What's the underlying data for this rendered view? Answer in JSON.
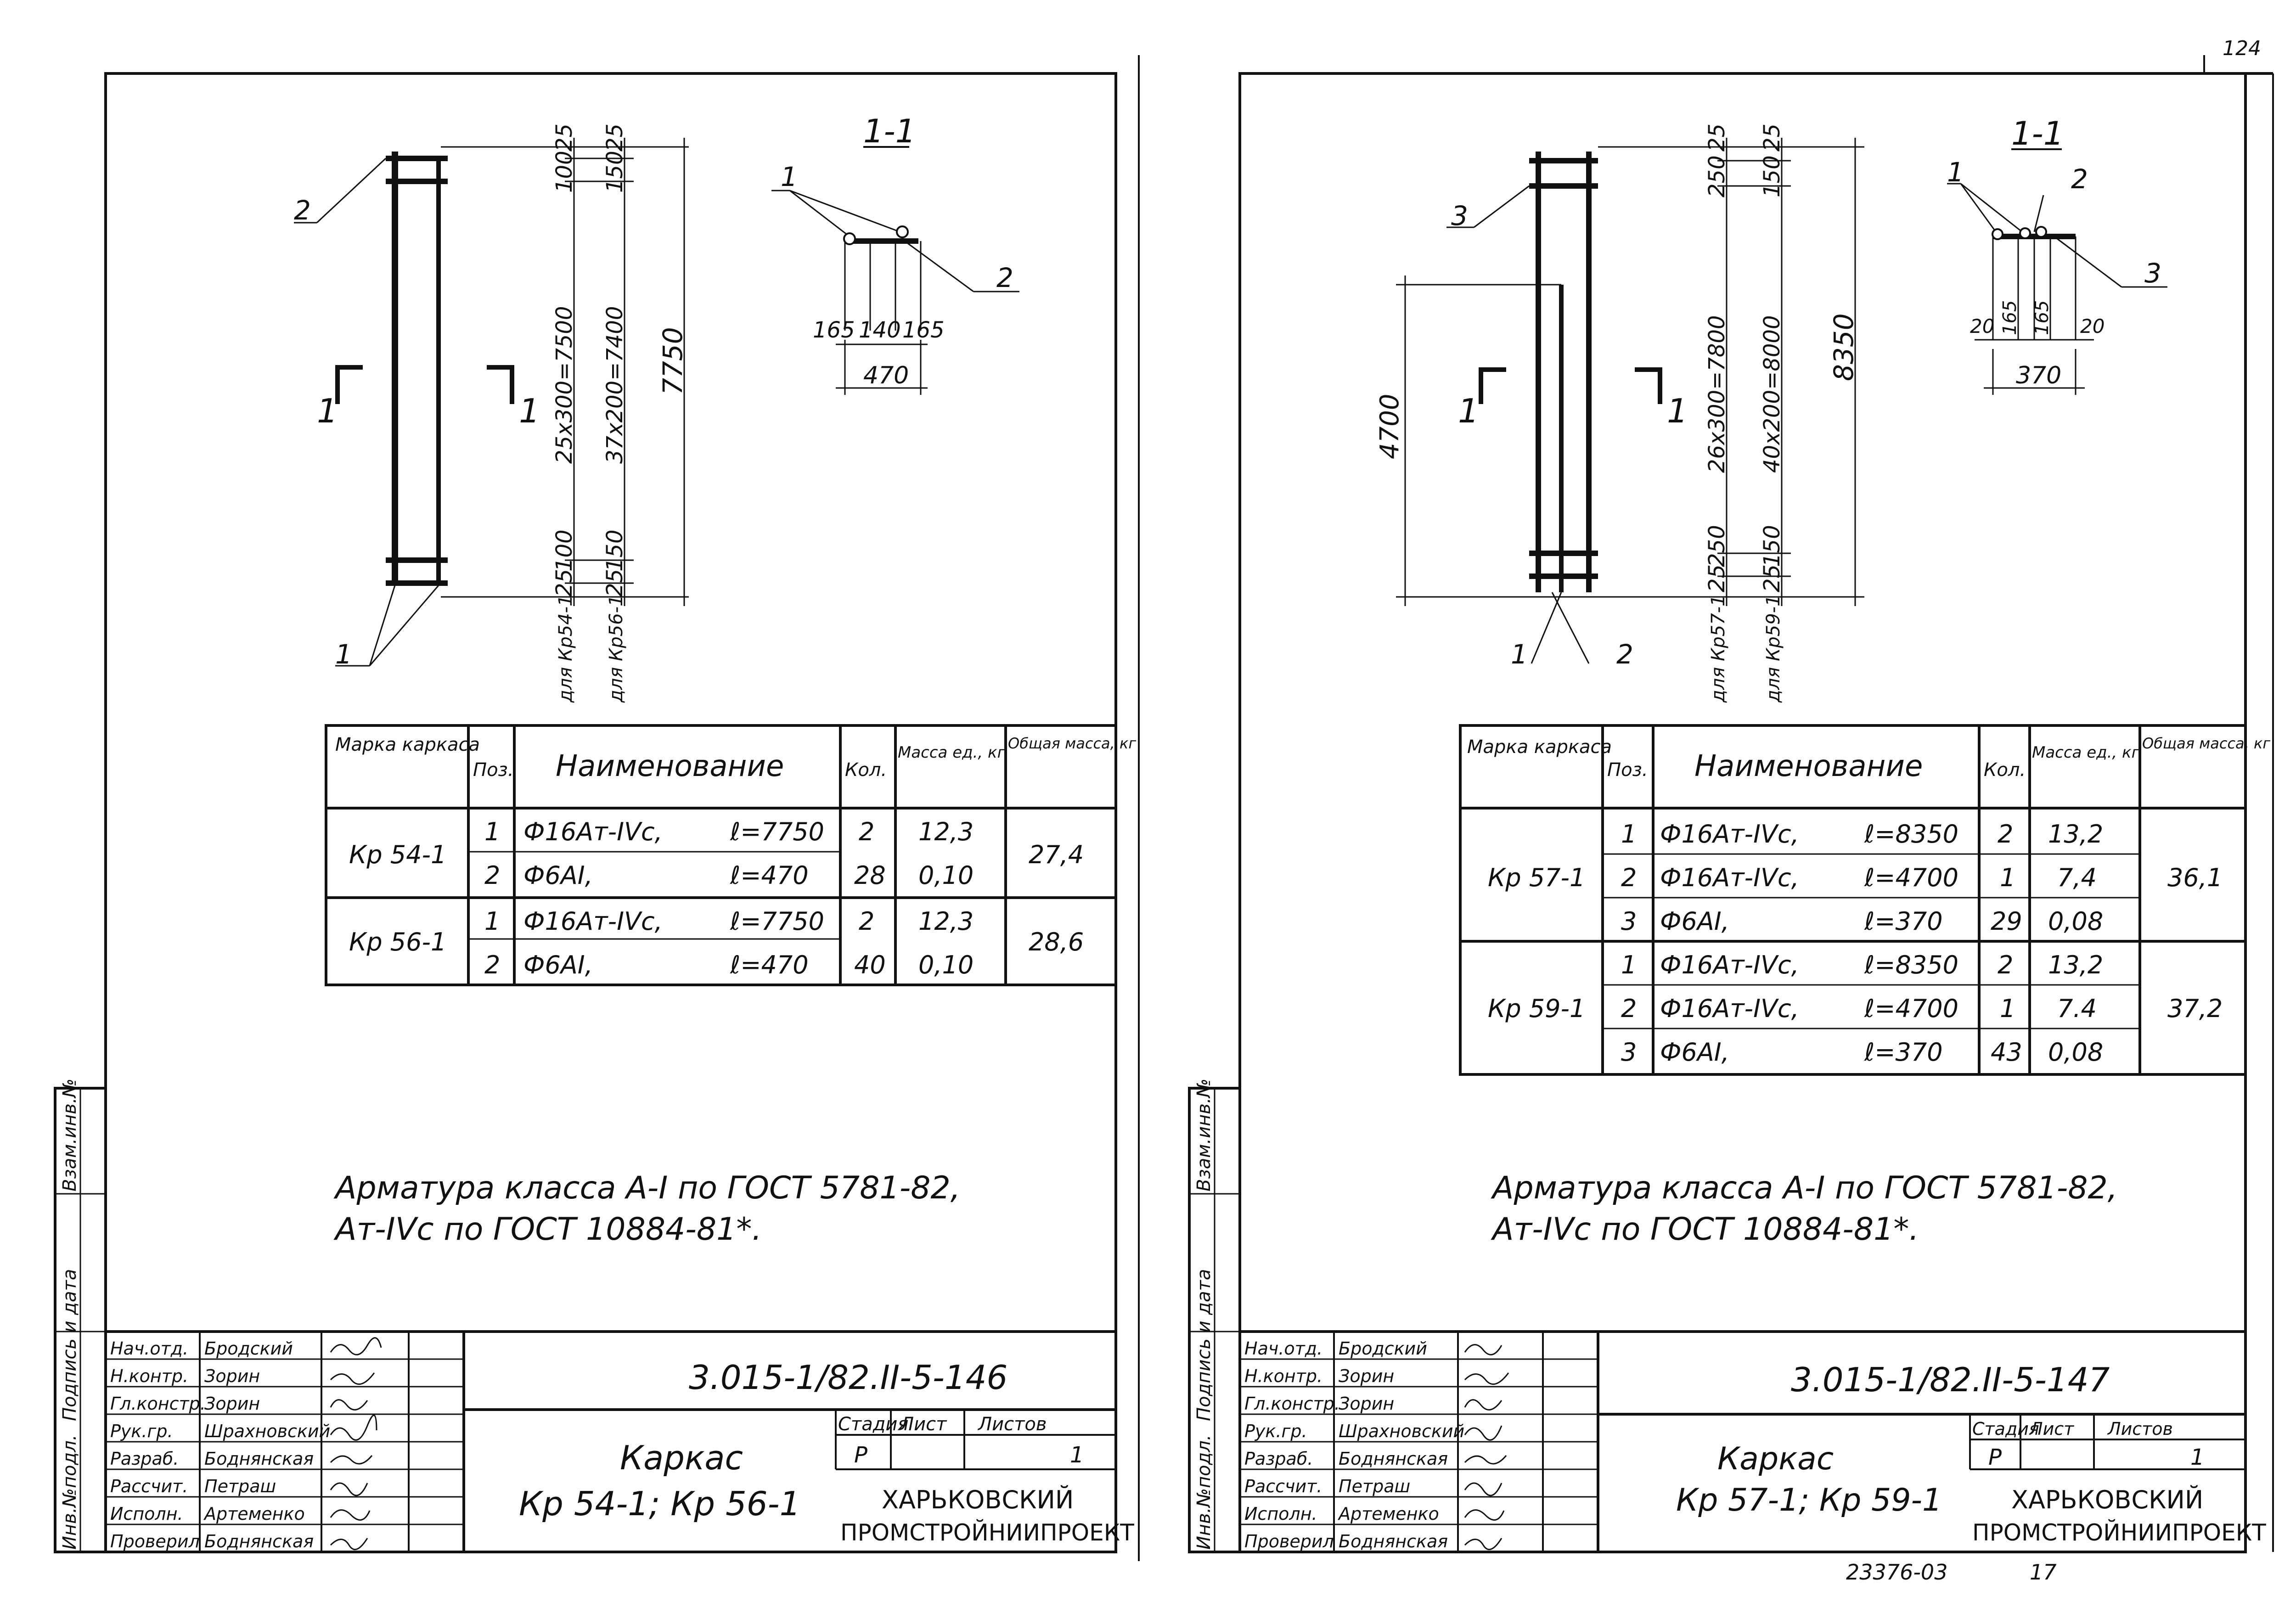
{
  "page_number": "124",
  "footer_code": "23376-03",
  "footer_page": "17",
  "left": {
    "drawing": {
      "pos_marks": [
        "1",
        "2"
      ],
      "section_title": "1-1",
      "section_cut": "1",
      "dims_a": {
        "top": "25",
        "pitch_top": "100",
        "middle": "25x300=7500",
        "pitch_bot": "100",
        "bottom": "25",
        "note": "для Кр54-1"
      },
      "dims_b": {
        "top": "25",
        "pitch_top": "150",
        "middle": "37x200=7400",
        "pitch_bot": "150",
        "bottom": "25",
        "note": "для Кр56-1"
      },
      "overall": "7750",
      "section_dims": [
        "165",
        "140",
        "165"
      ],
      "section_total": "470",
      "section_marks": [
        "1",
        "2"
      ]
    },
    "table": {
      "headers": [
        "Марка каркаса",
        "Поз.",
        "Наименование",
        "Кол.",
        "Масса ед., кг",
        "Общая масса, кг"
      ],
      "groups": [
        {
          "mark": "Кр 54-1",
          "total": "27,4",
          "rows": [
            {
              "pos": "1",
              "name": "Ф16Ат-IVс,",
              "len": "ℓ=7750",
              "qty": "2",
              "mass": "12,3"
            },
            {
              "pos": "2",
              "name": "Ф6АI,",
              "len": "ℓ=470",
              "qty": "28",
              "mass": "0,10"
            }
          ]
        },
        {
          "mark": "Кр 56-1",
          "total": "28,6",
          "rows": [
            {
              "pos": "1",
              "name": "Ф16Ат-IVс,",
              "len": "ℓ=7750",
              "qty": "2",
              "mass": "12,3"
            },
            {
              "pos": "2",
              "name": "Ф6АI,",
              "len": "ℓ=470",
              "qty": "40",
              "mass": "0,10"
            }
          ]
        }
      ]
    },
    "note_line1": "Арматура класса А-I по ГОСТ 5781-82,",
    "note_line2": "Ат-IVс по ГОСТ 10884-81*.",
    "side_labels": [
      "Инв.№подл.",
      "Подпись и дата",
      "Взам.инв.№"
    ],
    "stamp": {
      "doc_code": "3.015-1/82.II-5-146",
      "title_line1": "Каркас",
      "title_line2": "Кр 54-1; Кр 56-1",
      "stage_h": "Стадия",
      "sheet_h": "Лист",
      "sheets_h": "Листов",
      "stage": "Р",
      "sheet": "",
      "sheets": "1",
      "org_line1": "ХАРЬКОВСКИЙ",
      "org_line2": "ПРОМСТРОЙНИИПРОЕКТ",
      "roles": [
        {
          "role": "Нач.отд.",
          "name": "Бродский"
        },
        {
          "role": "Н.контр.",
          "name": "Зорин"
        },
        {
          "role": "Гл.констр.",
          "name": "Зорин"
        },
        {
          "role": "Рук.гр.",
          "name": "Шрахновский"
        },
        {
          "role": "Разраб.",
          "name": "Боднянская"
        },
        {
          "role": "Рассчит.",
          "name": "Петраш"
        },
        {
          "role": "Исполн.",
          "name": "Артеменко"
        },
        {
          "role": "Проверил",
          "name": "Боднянская"
        }
      ]
    }
  },
  "right": {
    "drawing": {
      "pos_marks": [
        "3",
        "1",
        "2"
      ],
      "section_title": "1-1",
      "section_cut": "1",
      "left_dim": "4700",
      "dims_a": {
        "top": "25",
        "pitch_top": "250",
        "middle": "26x300=7800",
        "pitch_bot": "250",
        "bottom": "25",
        "note": "для Кр57-1"
      },
      "dims_b": {
        "top": "25",
        "pitch_top": "150",
        "middle": "40x200=8000",
        "pitch_bot": "150",
        "bottom": "25",
        "note": "для Кр59-1"
      },
      "overall": "8350",
      "section_dims": [
        "20",
        "165",
        "165",
        "20"
      ],
      "section_total": "370",
      "section_marks": [
        "1",
        "2",
        "3"
      ]
    },
    "table": {
      "headers": [
        "Марка каркаса",
        "Поз.",
        "Наименование",
        "Кол.",
        "Масса ед., кг",
        "Общая масса, кг"
      ],
      "groups": [
        {
          "mark": "Кр 57-1",
          "total": "36,1",
          "rows": [
            {
              "pos": "1",
              "name": "Ф16Ат-IVс,",
              "len": "ℓ=8350",
              "qty": "2",
              "mass": "13,2"
            },
            {
              "pos": "2",
              "name": "Ф16Ат-IVс,",
              "len": "ℓ=4700",
              "qty": "1",
              "mass": "7,4"
            },
            {
              "pos": "3",
              "name": "Ф6АI,",
              "len": "ℓ=370",
              "qty": "29",
              "mass": "0,08"
            }
          ]
        },
        {
          "mark": "Кр 59-1",
          "total": "37,2",
          "rows": [
            {
              "pos": "1",
              "name": "Ф16Ат-IVс,",
              "len": "ℓ=8350",
              "qty": "2",
              "mass": "13,2"
            },
            {
              "pos": "2",
              "name": "Ф16Ат-IVс,",
              "len": "ℓ=4700",
              "qty": "1",
              "mass": "7.4"
            },
            {
              "pos": "3",
              "name": "Ф6АI,",
              "len": "ℓ=370",
              "qty": "43",
              "mass": "0,08"
            }
          ]
        }
      ]
    },
    "note_line1": "Арматура класса А-I по ГОСТ 5781-82,",
    "note_line2": "Ат-IVс по ГОСТ 10884-81*.",
    "side_labels": [
      "Инв.№подл.",
      "Подпись и дата",
      "Взам.инв.№"
    ],
    "stamp": {
      "doc_code": "3.015-1/82.II-5-147",
      "title_line1": "Каркас",
      "title_line2": "Кр 57-1; Кр 59-1",
      "stage_h": "Стадия",
      "sheet_h": "Лист",
      "sheets_h": "Листов",
      "stage": "Р",
      "sheet": "",
      "sheets": "1",
      "org_line1": "ХАРЬКОВСКИЙ",
      "org_line2": "ПРОМСТРОЙНИИПРОЕКТ",
      "roles": [
        {
          "role": "Нач.отд.",
          "name": "Бродский"
        },
        {
          "role": "Н.контр.",
          "name": "Зорин"
        },
        {
          "role": "Гл.констр.",
          "name": "Зорин"
        },
        {
          "role": "Рук.гр.",
          "name": "Шрахновский"
        },
        {
          "role": "Разраб.",
          "name": "Боднянская"
        },
        {
          "role": "Рассчит.",
          "name": "Петраш"
        },
        {
          "role": "Исполн.",
          "name": "Артеменко"
        },
        {
          "role": "Проверил",
          "name": "Боднянская"
        }
      ]
    }
  }
}
